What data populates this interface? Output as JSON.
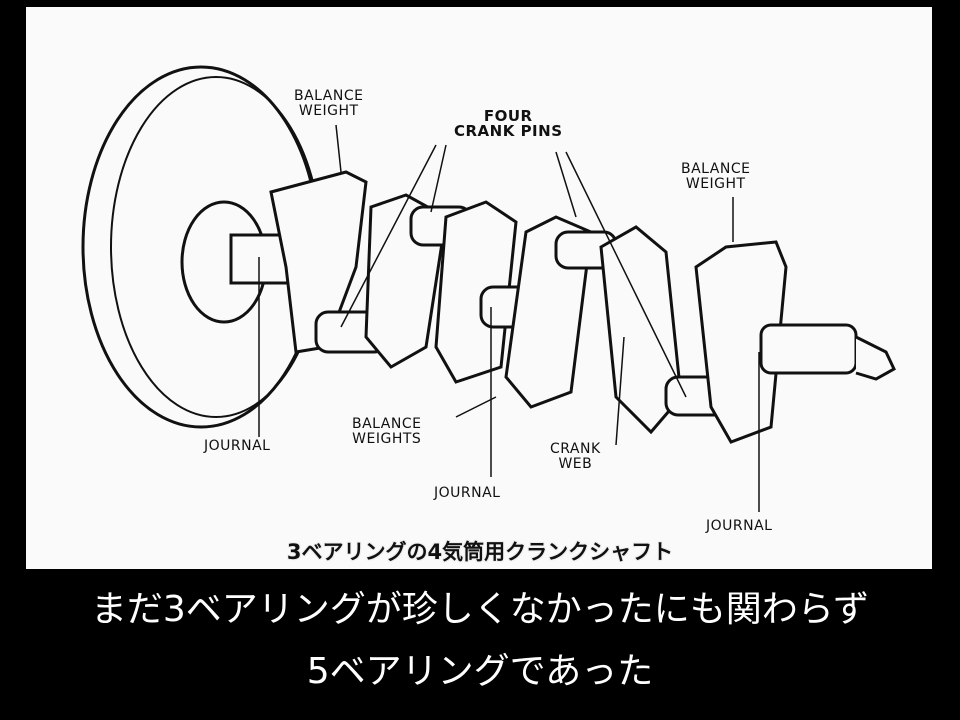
{
  "diagram": {
    "labels": {
      "balance_weight_left": "BALANCE\nWEIGHT",
      "four_crank_pins": "FOUR\nCRANK PINS",
      "balance_weight_right": "BALANCE\nWEIGHT",
      "journal_left": "JOURNAL",
      "balance_weights": "BALANCE\nWEIGHTS",
      "journal_center": "JOURNAL",
      "crank_web": "CRANK\nWEB",
      "journal_right": "JOURNAL"
    },
    "caption": "3ベアリングの4気筒用クランクシャフト"
  },
  "subtitles": {
    "line1": "まだ3ベアリングが珍しくなかったにも関わらず",
    "line2": "5ベアリングであった"
  }
}
